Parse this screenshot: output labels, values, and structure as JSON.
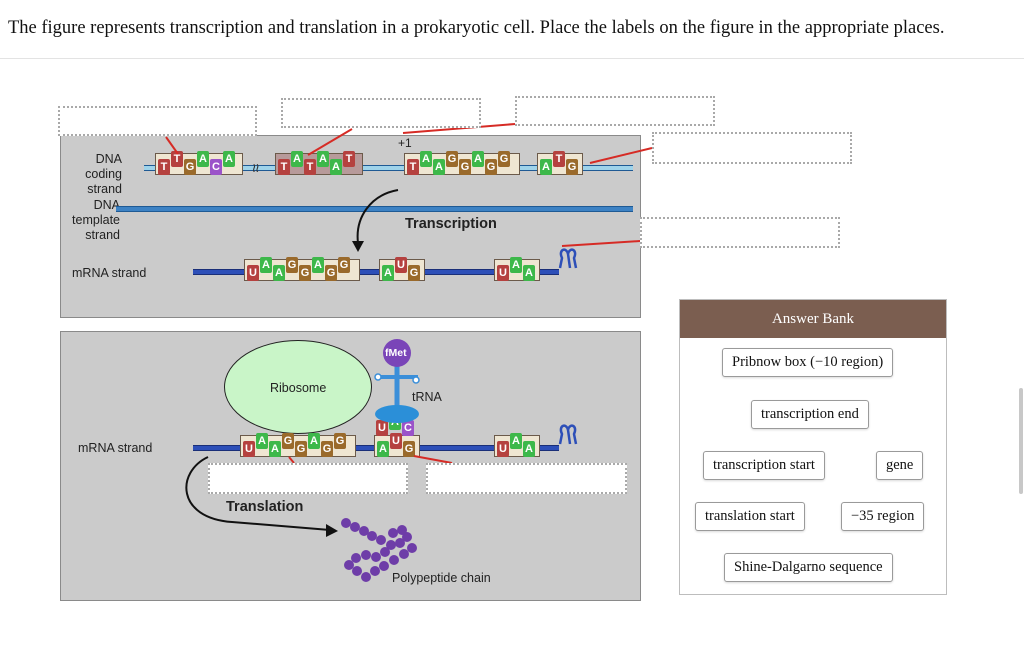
{
  "question": "The figure represents transcription and translation in a prokaryotic cell. Place the labels on the figure in the appropriate places.",
  "diagram": {
    "coding_label": "DNA coding strand",
    "template_label": "DNA template strand",
    "mrna_label_top": "mRNA strand",
    "mrna_label_bottom": "mRNA strand",
    "plus_one": "+1",
    "transcription": "Transcription",
    "translation": "Translation",
    "ribosome": "Ribosome",
    "trna": "tRNA",
    "fmet": "fMet",
    "polypeptide": "Polypeptide chain",
    "break_mark": "≈",
    "coding_groups": [
      {
        "bases": [
          "T",
          "T",
          "G",
          "A",
          "C",
          "A"
        ]
      },
      {
        "bases": [
          "T",
          "A",
          "T",
          "A",
          "A",
          "T"
        ]
      },
      {
        "bases": [
          "T",
          "A",
          "A",
          "G",
          "G",
          "A",
          "G",
          "G"
        ]
      },
      {
        "bases": [
          "A",
          "T",
          "G"
        ]
      }
    ],
    "mrna_top_groups": [
      {
        "bases": [
          "U",
          "A",
          "A",
          "G",
          "G",
          "A",
          "G",
          "G"
        ]
      },
      {
        "bases": [
          "A",
          "U",
          "G"
        ]
      },
      {
        "bases": [
          "U",
          "A",
          "A"
        ]
      }
    ],
    "mrna_bottom_groups": [
      {
        "bases": [
          "U",
          "A",
          "A",
          "G",
          "G",
          "A",
          "G",
          "G"
        ]
      },
      {
        "bases": [
          "A",
          "U",
          "G"
        ]
      },
      {
        "bases": [
          "U",
          "A",
          "A"
        ]
      }
    ],
    "anticodon": {
      "bases": [
        "U",
        "A",
        "C"
      ]
    }
  },
  "colors": {
    "T": "#b5413f",
    "A": "#3db84a",
    "G": "#9a6a2b",
    "C": "#9b53c9",
    "U": "#b5413f",
    "panel": "#cbcbcb",
    "ribosome": "#c9f5c8",
    "pointer": "#d62b25",
    "polypeptide": "#6e3da8",
    "bank_header": "#7b5e50"
  },
  "answer_bank": {
    "title": "Answer Bank",
    "items": [
      "Pribnow box (−10 region)",
      "transcription end",
      "transcription start",
      "gene",
      "translation start",
      "−35 region",
      "Shine-Dalgarno sequence"
    ]
  }
}
